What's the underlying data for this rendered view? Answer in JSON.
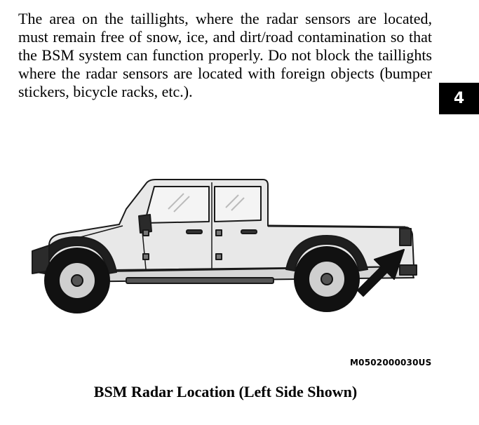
{
  "paragraph": "The area on the taillights, where the radar sensors are located, must remain free of snow, ice, and dirt/road contamination so that the BSM system can function properly. Do not block the taillights where the radar sensors are located with foreign objects (bumper stickers, bicycle racks, etc.).",
  "chapter_tab": "4",
  "figure": {
    "code": "M0502000030US",
    "caption": "BSM Radar Location (Left Side Shown)",
    "icon": "pickup-truck-side-view"
  },
  "colors": {
    "tab_bg": "#000000",
    "tab_text": "#ffffff",
    "truck_body": "#e6e6e6",
    "truck_outline": "#1a1a1a",
    "arrow": "#111111"
  }
}
